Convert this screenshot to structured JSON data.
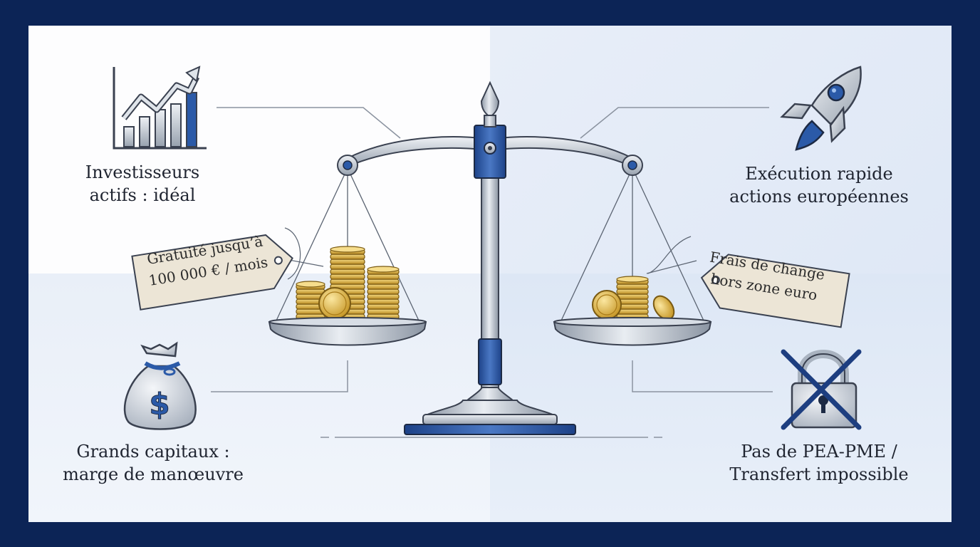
{
  "labels": {
    "top_left": {
      "line1": "Investisseurs",
      "line2": "actifs : idéal"
    },
    "top_right": {
      "line1": "Exécution rapide",
      "line2": "actions européennes"
    },
    "bottom_left": {
      "line1": "Grands capitaux :",
      "line2": "marge de manœuvre"
    },
    "bottom_right": {
      "line1": "Pas de PEA-PME /",
      "line2": "Transfert impossible"
    }
  },
  "tags": {
    "left": {
      "line1": "Gratuité jusqu’à",
      "line2": "100 000 € / mois"
    },
    "right": {
      "line1": "Frais de change",
      "line2": "hors zone euro"
    }
  },
  "icons": {
    "top_left": "bar-chart-trend-icon",
    "top_right": "rocket-icon",
    "bottom_left": "money-bag-dollar-icon",
    "bottom_right": "crossed-padlock-icon",
    "center": "balance-scale-icon"
  },
  "colors": {
    "frame": "#0c2456",
    "accent_blue": "#2b5aa8",
    "steel": "#a9b3c0",
    "gold": "#d8ad3a",
    "tag": "#ece5d6"
  }
}
